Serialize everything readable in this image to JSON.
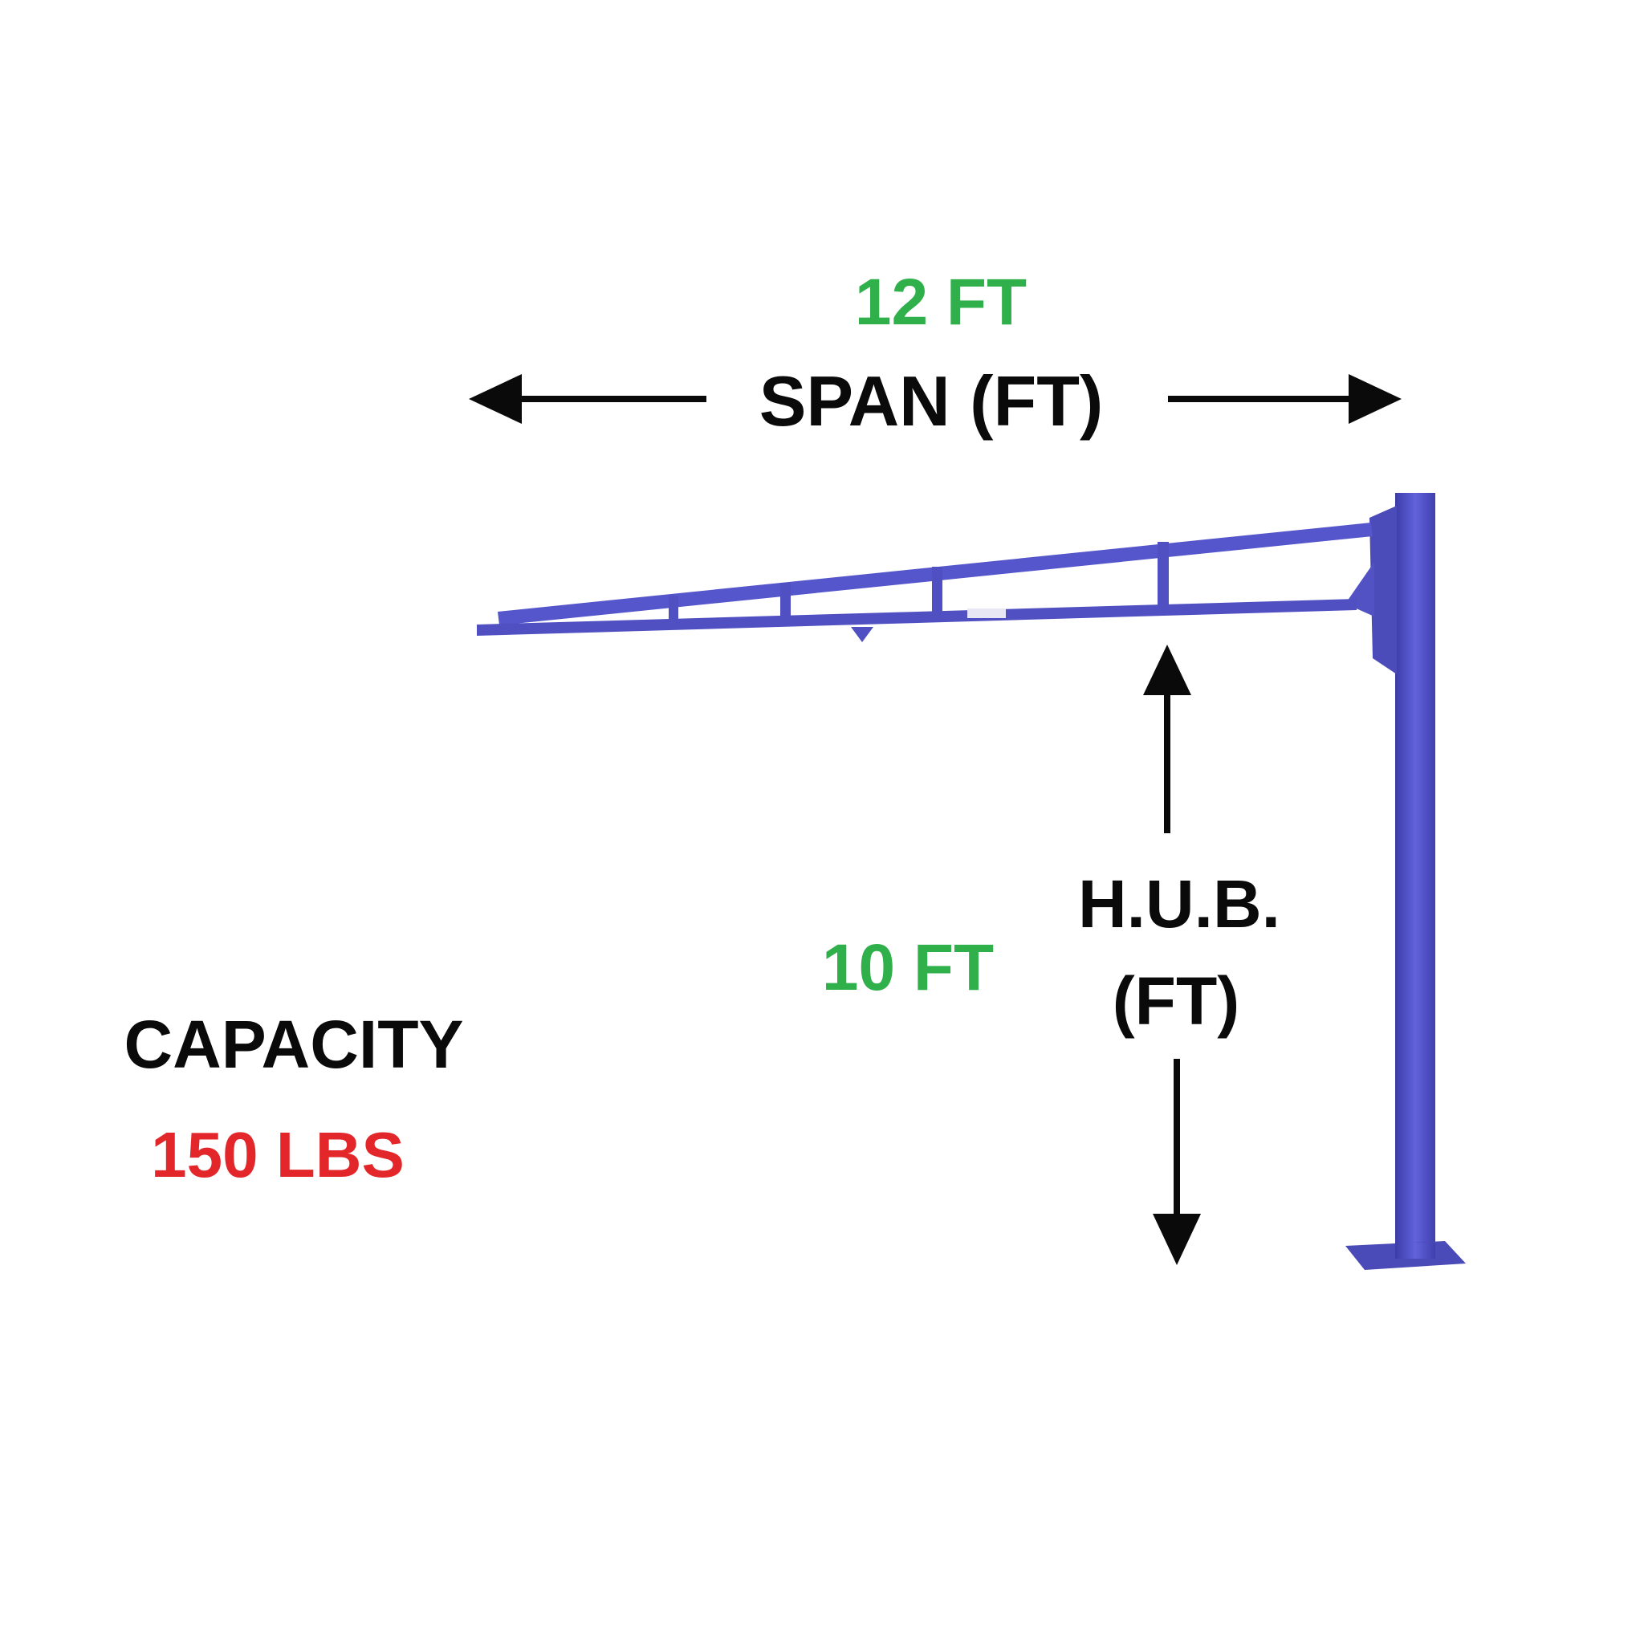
{
  "span": {
    "label": "SPAN (FT)",
    "value": "12 FT"
  },
  "hub": {
    "label_line1": "H.U.B.",
    "label_line2": "(FT)",
    "value": "10 FT"
  },
  "capacity": {
    "label": "CAPACITY",
    "value": "150 LBS"
  },
  "colors": {
    "crane": "#5656cc",
    "value_green": "#2fb04a",
    "value_red": "#e3262a",
    "text": "#0a0a0a"
  }
}
